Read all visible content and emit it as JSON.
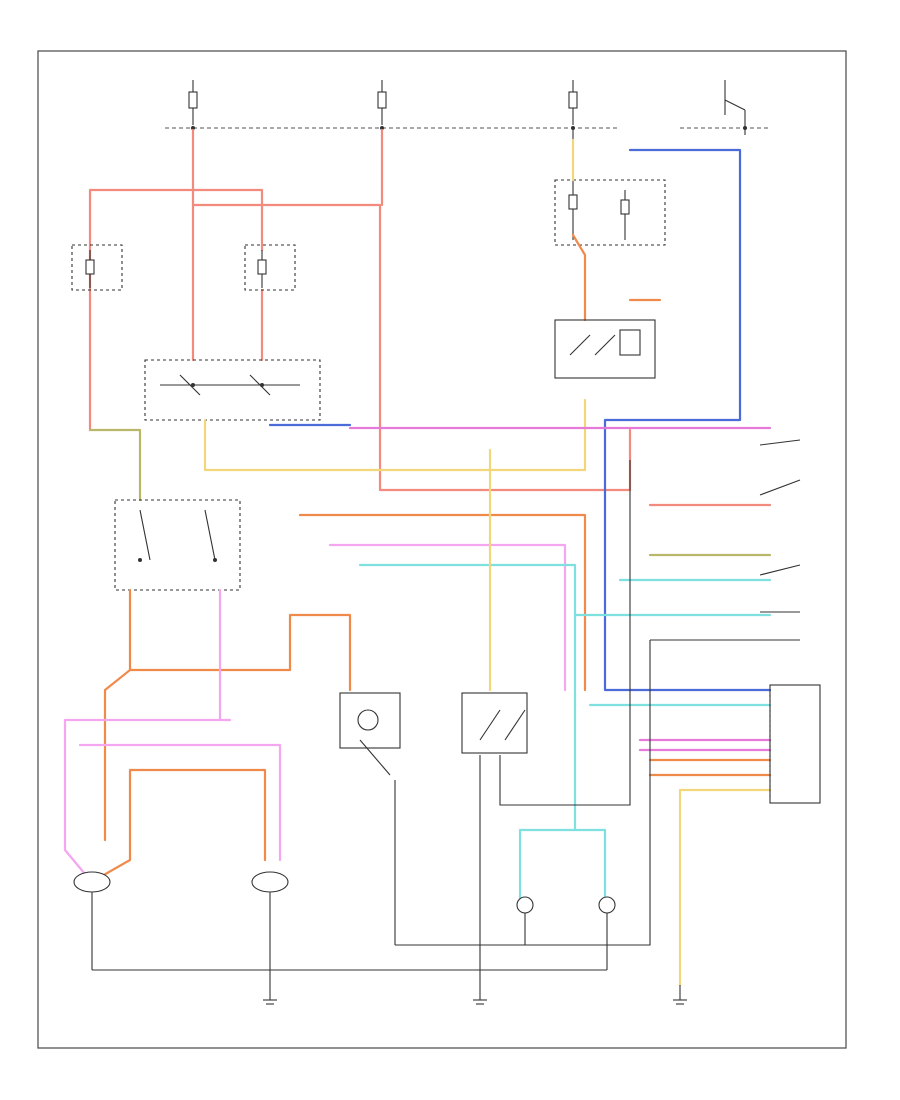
{
  "diagram": {
    "corner_text": "",
    "colors": {
      "red": "#f28a7e",
      "orange": "#f08a4b",
      "pink": "#f4a6f0",
      "magenta": "#e67ad8",
      "blue": "#4b6bd8",
      "cyan": "#7fe0e0",
      "yellow": "#f2d77a",
      "olive": "#b9b86a",
      "black": "#333333"
    },
    "components": [
      {
        "id": "fuse-1",
        "label": ""
      },
      {
        "id": "fuse-2",
        "label": ""
      },
      {
        "id": "fuse-3",
        "label": ""
      },
      {
        "id": "battery-junction",
        "label": ""
      },
      {
        "id": "fuse-left",
        "label": ""
      },
      {
        "id": "fuse-center",
        "label": ""
      },
      {
        "id": "fuse-right-block",
        "label": ""
      },
      {
        "id": "relay-right",
        "label": ""
      },
      {
        "id": "headlamp-switch",
        "label": ""
      },
      {
        "id": "dimmer-switch",
        "label": ""
      },
      {
        "id": "combination-switch",
        "label": ""
      },
      {
        "id": "interior-lamp",
        "label": ""
      },
      {
        "id": "tail-switch",
        "label": ""
      },
      {
        "id": "left-headlamp",
        "label": ""
      },
      {
        "id": "right-headlamp",
        "label": ""
      },
      {
        "id": "left-lamp",
        "label": ""
      },
      {
        "id": "right-lamp",
        "label": ""
      },
      {
        "id": "ground-left",
        "label": ""
      },
      {
        "id": "ground-center",
        "label": ""
      },
      {
        "id": "ground-right",
        "label": ""
      },
      {
        "id": "connector-right",
        "label": ""
      }
    ]
  }
}
